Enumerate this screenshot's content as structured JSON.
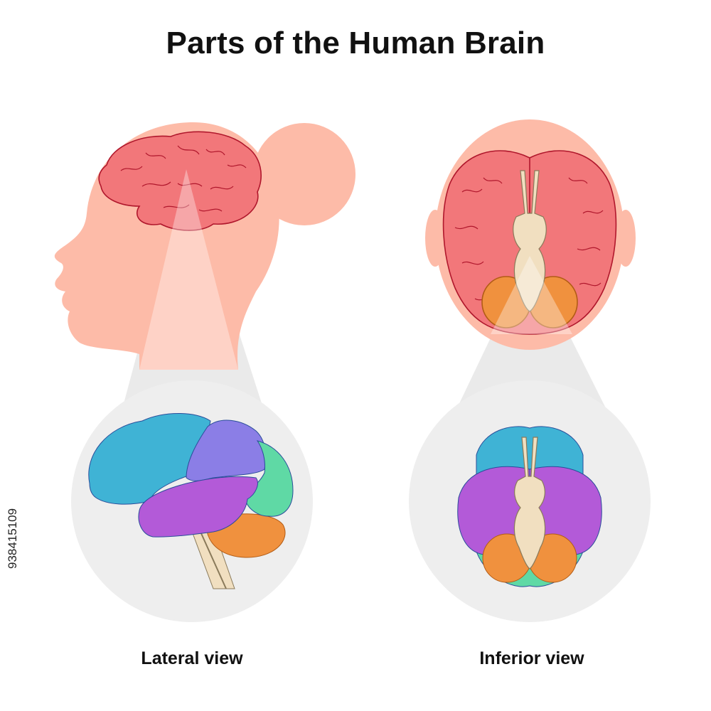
{
  "title": "Parts of the Human Brain",
  "captions": {
    "lateral": "Lateral view",
    "inferior": "Inferior view"
  },
  "stock_id": "938415109",
  "colors": {
    "skin": "#fdbba8",
    "brain": "#f2777a",
    "brain_outline": "#b0172c",
    "frontal": "#3fb3d5",
    "parietal": "#8b7ee6",
    "temporal": "#b35ad8",
    "occipital": "#5fd9a5",
    "cerebellum": "#f0913e",
    "brainstem": "#f1dfc0",
    "lens": "#eeeeee"
  }
}
